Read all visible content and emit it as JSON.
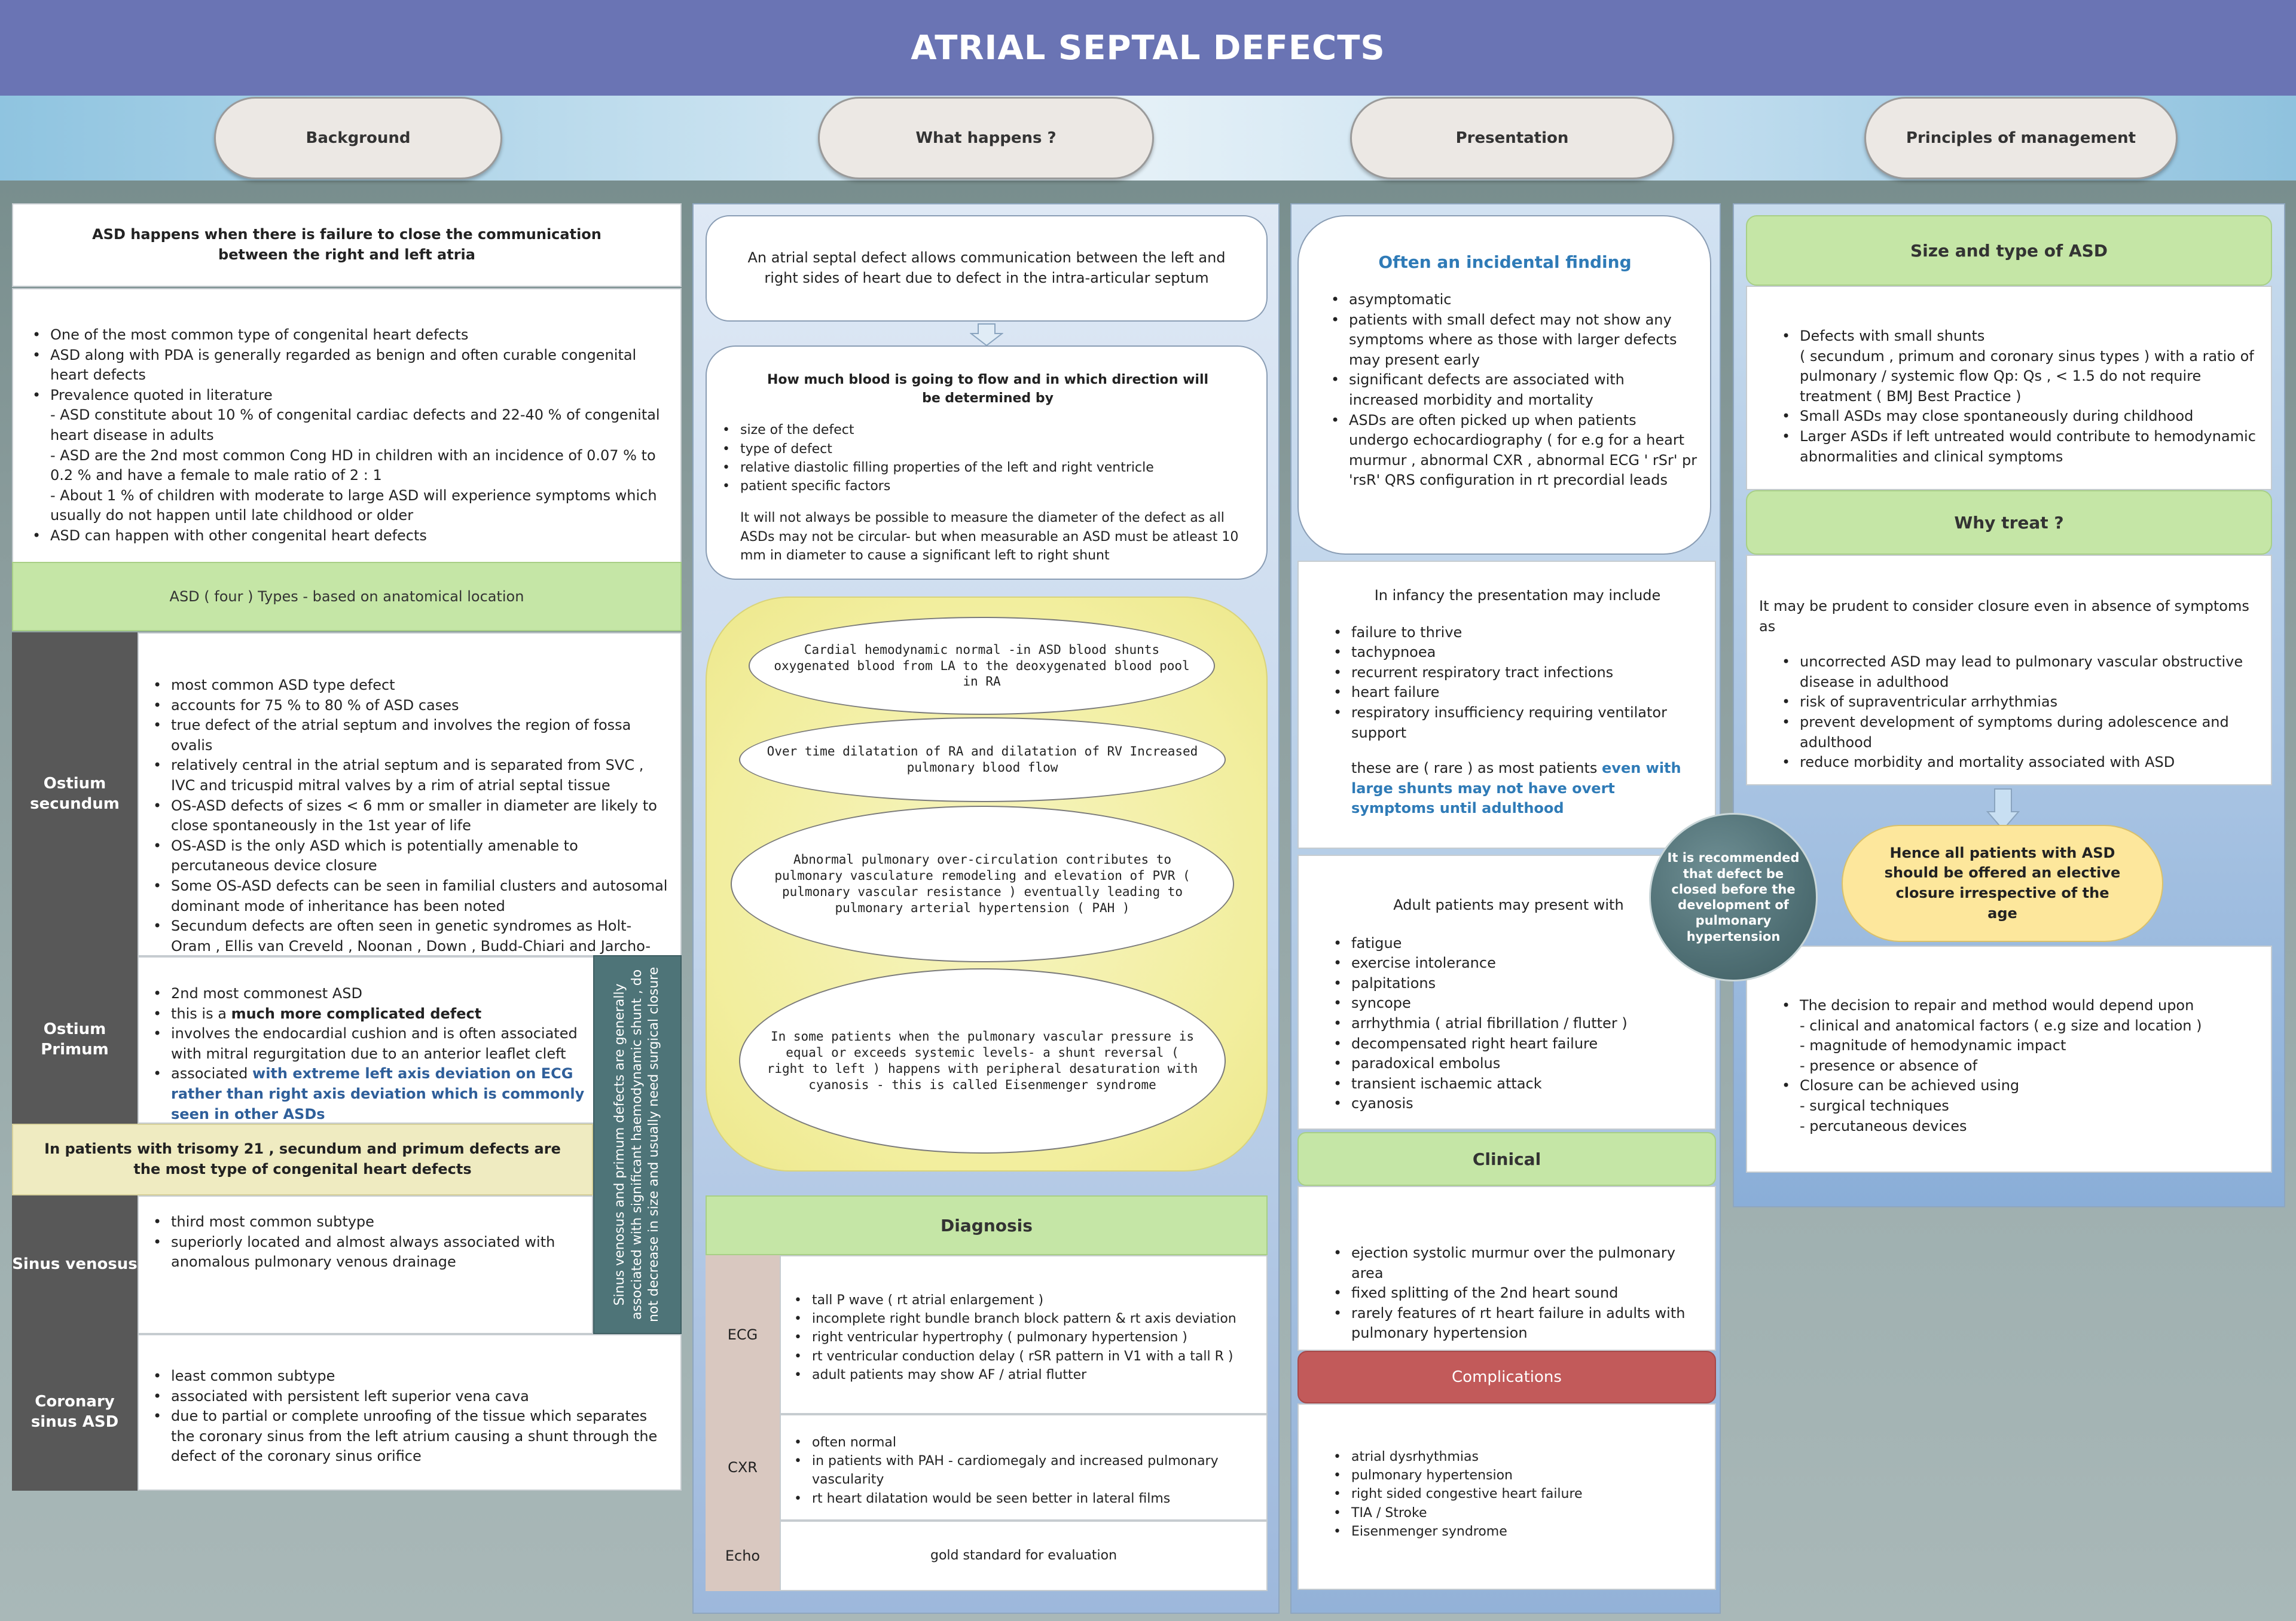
{
  "title": "ATRIAL SEPTAL DEFECTS",
  "headers": {
    "background": "Background",
    "what_happens": "What happens ?",
    "presentation": "Presentation",
    "principles": "Principles of management"
  },
  "background": {
    "intro": "ASD happens when there is failure to close the communication between the right and left atria",
    "points": [
      "One of the most common type of congenital heart defects",
      "ASD along with PDA is generally regarded as benign and often curable congenital heart defects",
      "Prevalence quoted in literature",
      "ASD can happen with other congenital heart defects"
    ],
    "prevalence_details": [
      "- ASD constitute about 10 % of congenital cardiac defects and 22-40 % of congenital heart disease in adults",
      "- ASD are the 2nd most common Cong HD in children with an incidence of 0.07 % to 0.2 % and have a female to male ratio of 2 : 1",
      "- About 1 % of children with moderate to large ASD will experience symptoms which usually do not happen until late childhood or older"
    ],
    "types_header": "ASD ( four ) Types - based on anatomical location",
    "secundum": {
      "label": "Ostium secundum",
      "points": [
        "most common ASD type defect",
        "accounts for 75 % to 80 % of ASD cases",
        "true defect of the atrial septum and involves the region of fossa ovalis",
        "relatively central in the atrial septum and is separated from SVC , IVC and tricuspid mitral valves by a rim of atrial septal tissue",
        "OS-ASD defects of sizes < 6 mm or smaller in diameter are likely to close spontaneously in the 1st year of life",
        "OS-ASD is the only ASD which is potentially amenable to percutaneous device closure",
        "Some OS-ASD defects can be seen in familial clusters and autosomal dominant mode of inheritance has been noted",
        "Secundum defects are often seen in genetic syndromes as Holt-Oram , Ellis van Creveld , Noonan , Down , Budd-Chiari and Jarcho-Levine"
      ]
    },
    "primum": {
      "label": "Ostium Primum",
      "p1": "2nd most commonest ASD",
      "p2_pre": "this is a ",
      "p2_bold": "much more complicated defect",
      "p3": "involves the endocardial cushion and is often associated with mitral regurgitation due to an anterior leaflet cleft",
      "p4_pre": "associated ",
      "p4_hl": "with extreme left axis deviation on ECG rather than right axis deviation which is commonly seen in other ASDs"
    },
    "trisomy_note": "In patients with trisomy 21  , secundum and primum defects are the most type of congenital heart defects",
    "vertical_note": "Sinus venosus and primum defects are generally associated with significant haemodynamic shunt , do not decrease in size and usually need surgical closure",
    "venosus": {
      "label": "Sinus venosus",
      "points": [
        "third most common subtype",
        "superiorly located and almost always associated with  anomalous pulmonary venous drainage"
      ]
    },
    "coronary": {
      "label": "Coronary sinus ASD",
      "points": [
        "least common subtype",
        "associated with persistent left superior vena cava",
        "due to partial or complete unroofing of the tissue which separates the coronary sinus from the left atrium causing a shunt through the defect of the coronary sinus orifice"
      ]
    }
  },
  "what_happens": {
    "intro": "An atrial septal defect allows communication between the left and right sides of heart due to defect in the intra-articular septum",
    "flow_title": "How much blood is going to flow and in which direction will be determined by",
    "flow_points": [
      "size of the defect",
      "type of defect",
      "relative diastolic filling properties of the left and right ventricle",
      "patient specific factors"
    ],
    "flow_note": "It will not always be possible to measure the diameter of the defect as all ASDs may not be circular- but when measurable an ASD must be atleast 10 mm in diameter to cause a significant left to right shunt",
    "ovals": [
      "Cardial hemodynamic normal -in ASD blood shunts oxygenated blood from LA to the deoxygenated blood pool in RA",
      "Over time dilatation of RA and dilatation of RV Increased pulmonary blood flow",
      "Abnormal pulmonary over-circulation contributes to pulmonary vasculature remodeling and elevation of PVR ( pulmonary vascular resistance ) eventually leading to pulmonary arterial hypertension ( PAH )",
      "In some patients when the pulmonary vascular pressure is equal or exceeds systemic levels- a shunt reversal ( right to left ) happens with peripheral  desaturation with cyanosis - this is called Eisenmenger syndrome"
    ],
    "diagnosis_header": "Diagnosis",
    "ecg_label": "ECG",
    "ecg_points": [
      "tall P wave ( rt atrial enlargement )",
      "incomplete right bundle branch block pattern & rt axis deviation",
      "right ventricular hypertrophy ( pulmonary hypertension )",
      "rt ventricular conduction delay ( rSR pattern in V1 with a tall R )",
      "adult patients may show AF / atrial flutter"
    ],
    "cxr_label": "CXR",
    "cxr_points": [
      "often normal",
      "in patients with PAH - cardiomegaly and increased pulmonary vascularity",
      "rt heart dilatation would be seen better in lateral films"
    ],
    "echo_label": "Echo",
    "echo_text": "gold standard for evaluation"
  },
  "presentation": {
    "incidental_title": "Often an incidental finding",
    "incidental_points": [
      "asymptomatic",
      "patients with small defect may not show any symptoms where as those with larger defects may present early",
      "significant defects are associated with increased morbidity and mortality",
      "ASDs are often picked up when patients undergo echocardiography ( for e.g for a heart murmur , abnormal CXR , abnormal ECG ' rSr' pr 'rsR' QRS configuration in rt precordial leads"
    ],
    "infancy_title": "In infancy the presentation may include",
    "infancy_points": [
      "failure to thrive",
      "tachypnoea",
      "recurrent respiratory tract infections",
      "heart failure",
      "respiratory insufficiency requiring ventilator support"
    ],
    "rare_pre": "these are ( rare ) as most patients ",
    "rare_hl": "even with large shunts may not have overt symptoms until adulthood",
    "adult_title": "Adult patients may present with",
    "adult_points": [
      "fatigue",
      "exercise intolerance",
      "palpitations",
      "syncope",
      "arrhythmia ( atrial fibrillation / flutter )",
      "decompensated right heart failure",
      "paradoxical embolus",
      "transient ischaemic attack",
      "cyanosis"
    ],
    "clinical_header": "Clinical",
    "clinical_points": [
      "ejection systolic murmur over the pulmonary area",
      "fixed splitting of the 2nd heart sound",
      "rarely features of rt heart failure in adults with pulmonary hypertension"
    ],
    "complications_header": "Complications",
    "complications_points": [
      "atrial dysrhythmias",
      "pulmonary hypertension",
      "right sided congestive heart failure",
      "TIA / Stroke",
      "Eisenmenger syndrome"
    ]
  },
  "circle_note": "It is recommended that defect be closed before the development of pulmonary hypertension",
  "management": {
    "size_header": "Size and type of ASD",
    "size_p1": "Defects with small shunts",
    "size_p1_detail": "( secundum , primum and coronary sinus types ) with a ratio of pulmonary / systemic flow Qp: Qs , < 1.5 do not require treatment  ( BMJ Best Practice )",
    "size_points": [
      "Small ASDs may close spontaneously during childhood",
      "Larger ASDs if left untreated would contribute to hemodynamic abnormalities and clinical symptoms"
    ],
    "why_header": "Why treat ?",
    "why_intro": "It may be prudent to consider closure even in absence of symptoms as",
    "why_points": [
      "uncorrected ASD may lead to pulmonary vascular obstructive disease in adulthood",
      "risk of supraventricular arrhythmias",
      "prevent development of symptoms during adolescence and adulthood",
      "reduce morbidity and mortality associated with ASD"
    ],
    "hence_note": "Hence all patients with ASD should be offered an elective closure irrespective of the age",
    "decision_p1": "The decision to repair and method would depend upon",
    "decision_sub1": [
      "-  clinical and anatomical factors ( e.g size and location )",
      "-  magnitude of hemodynamic impact",
      "-  presence or absence of"
    ],
    "decision_p2": "Closure can be achieved using",
    "decision_sub2": [
      "- surgical  techniques",
      "- percutaneous devices"
    ]
  }
}
